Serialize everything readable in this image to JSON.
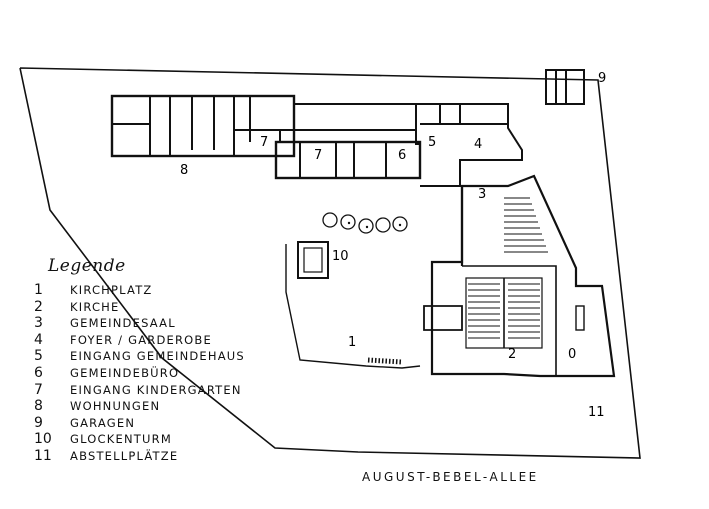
{
  "plan": {
    "markers": [
      "1",
      "2",
      "3",
      "4",
      "5",
      "6",
      "7",
      "7",
      "8",
      "9",
      "10",
      "11",
      "0"
    ]
  },
  "legend": {
    "title": "Legende",
    "items": [
      {
        "num": "1",
        "label": "KIRCHPLATZ"
      },
      {
        "num": "2",
        "label": "KIRCHE"
      },
      {
        "num": "3",
        "label": "GEMEINDESAAL"
      },
      {
        "num": "4",
        "label": "FOYER / GARDEROBE"
      },
      {
        "num": "5",
        "label": "EINGANG GEMEINDEHAUS"
      },
      {
        "num": "6",
        "label": "GEMEINDEBÜRO"
      },
      {
        "num": "7",
        "label": "EINGANG KINDERGARTEN"
      },
      {
        "num": "8",
        "label": "WOHNUNGEN"
      },
      {
        "num": "9",
        "label": "GARAGEN"
      },
      {
        "num": "10",
        "label": "GLOCKENTURM"
      },
      {
        "num": "11",
        "label": "ABSTELLPLÄTZE"
      }
    ]
  },
  "street_name": "AUGUST-BEBEL-ALLEE"
}
